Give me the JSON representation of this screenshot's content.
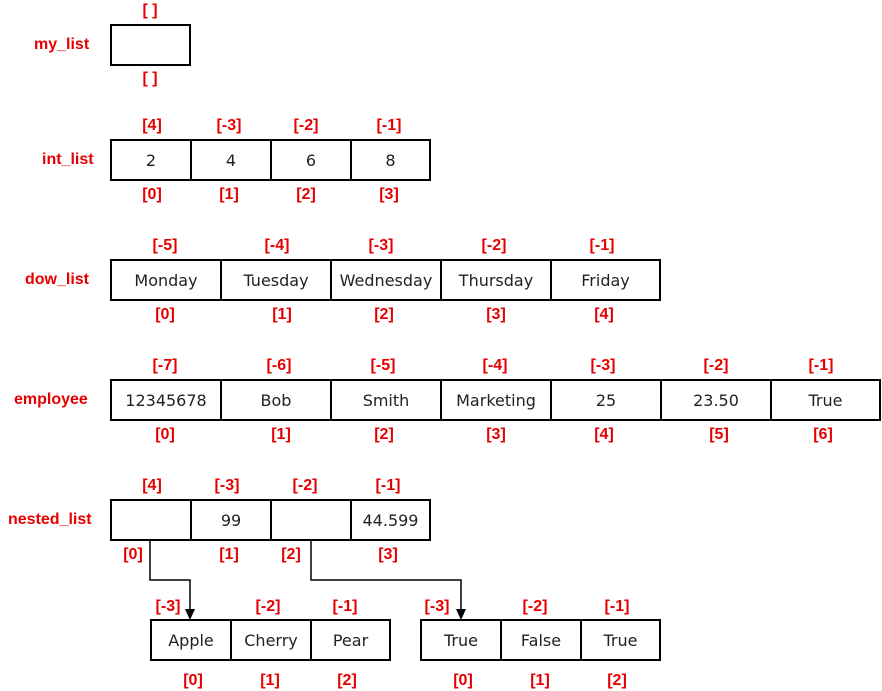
{
  "colors": {
    "label": "#e60000",
    "border": "#000000",
    "text": "#222222"
  },
  "lists": {
    "my_list": {
      "name": "my_list",
      "values": [
        ""
      ],
      "neg": [
        "[ ]"
      ],
      "pos": [
        "[ ]"
      ]
    },
    "int_list": {
      "name": "int_list",
      "values": [
        "2",
        "4",
        "6",
        "8"
      ],
      "neg": [
        "[4]",
        "[-3]",
        "[-2]",
        "[-1]"
      ],
      "pos": [
        "[0]",
        "[1]",
        "[2]",
        "[3]"
      ]
    },
    "dow_list": {
      "name": "dow_list",
      "values": [
        "Monday",
        "Tuesday",
        "Wednesday",
        "Thursday",
        "Friday"
      ],
      "neg": [
        "[-5]",
        "[-4]",
        "[-3]",
        "[-2]",
        "[-1]"
      ],
      "pos": [
        "[0]",
        "[1]",
        "[2]",
        "[3]",
        "[4]"
      ]
    },
    "employee": {
      "name": "employee",
      "values": [
        "12345678",
        "Bob",
        "Smith",
        "Marketing",
        "25",
        "23.50",
        "True"
      ],
      "neg": [
        "[-7]",
        "[-6]",
        "[-5]",
        "[-4]",
        "[-3]",
        "[-2]",
        "[-1]"
      ],
      "pos": [
        "[0]",
        "[1]",
        "[2]",
        "[3]",
        "[4]",
        "[5]",
        "[6]"
      ]
    },
    "nested_list": {
      "name": "nested_list",
      "values": [
        "",
        "99",
        "",
        "44.599"
      ],
      "neg": [
        "[4]",
        "[-3]",
        "[-2]",
        "[-1]"
      ],
      "pos": [
        "[0]",
        "[1]",
        "[2]",
        "[3]"
      ]
    },
    "sub_fruits": {
      "values": [
        "Apple",
        "Cherry",
        "Pear"
      ],
      "neg": [
        "[-3]",
        "[-2]",
        "[-1]"
      ],
      "pos": [
        "[0]",
        "[1]",
        "[2]"
      ]
    },
    "sub_bools": {
      "values": [
        "True",
        "False",
        "True"
      ],
      "neg": [
        "[-3]",
        "[-2]",
        "[-1]"
      ],
      "pos": [
        "[0]",
        "[1]",
        "[2]"
      ]
    }
  }
}
